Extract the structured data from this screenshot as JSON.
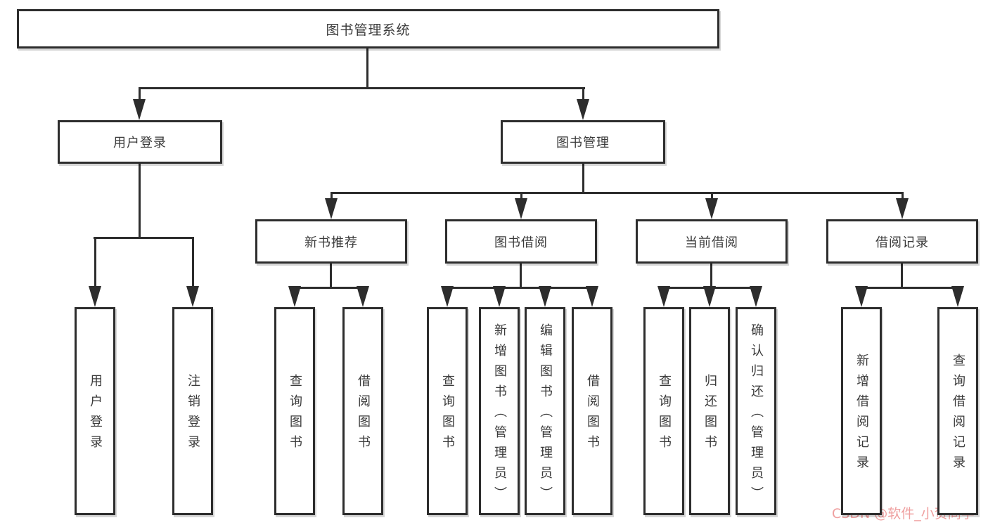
{
  "diagram": {
    "root": {
      "label": "图书管理系统"
    },
    "level2": [
      {
        "label": "用户登录"
      },
      {
        "label": "图书管理"
      }
    ],
    "level3": [
      {
        "label": "新书推荐"
      },
      {
        "label": "图书借阅"
      },
      {
        "label": "当前借阅"
      },
      {
        "label": "借阅记录"
      }
    ],
    "leaves": [
      {
        "label": "用户登录"
      },
      {
        "label": "注销登录"
      },
      {
        "label": "查询图书"
      },
      {
        "label": "借阅图书"
      },
      {
        "label": "查询图书"
      },
      {
        "label": "新增图书（管理员）"
      },
      {
        "label": "编辑图书（管理员）"
      },
      {
        "label": "借阅图书"
      },
      {
        "label": "查询图书"
      },
      {
        "label": "归还图书"
      },
      {
        "label": "确认归还（管理员）"
      },
      {
        "label": "新增借阅记录"
      },
      {
        "label": "查询借阅记录"
      }
    ],
    "watermark": "CSDN @软件_小贺同学",
    "colors": {
      "line": "#2d2d2d",
      "text": "#3a3a3a",
      "box_bg": "#ffffff",
      "watermark": "#ef9f9f"
    }
  }
}
